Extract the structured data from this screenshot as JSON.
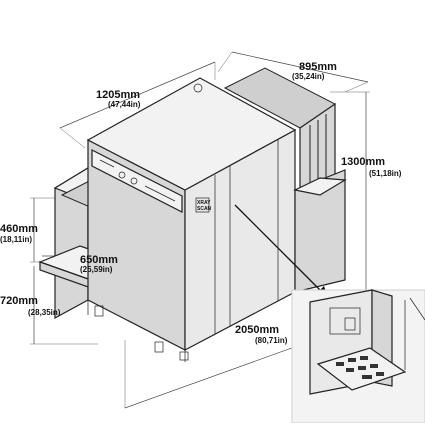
{
  "dimensions": {
    "length": {
      "mm": "1205mm",
      "in": "(47,44in)"
    },
    "width": {
      "mm": "895mm",
      "in": "(35,24in)"
    },
    "height": {
      "mm": "1300mm",
      "in": "(51,18in)"
    },
    "tunnel_height": {
      "mm": "460mm",
      "in": "(18,11in)"
    },
    "tunnel_width": {
      "mm": "650mm",
      "in": "(25,59in)"
    },
    "conveyor_height": {
      "mm": "720mm",
      "in": "(28,35in)"
    },
    "overall_length": {
      "mm": "2050mm",
      "in": "(80,71in)"
    }
  },
  "panel_label": "XRAY\nSCAN",
  "icons": {
    "arrow": "arrow-to-inset",
    "inset": "control-console-inset"
  },
  "colors": {
    "line": "#222222",
    "body": "#e9e9e9",
    "grille": "#cfcfcf",
    "inset_bg": "#f3f3f3"
  }
}
